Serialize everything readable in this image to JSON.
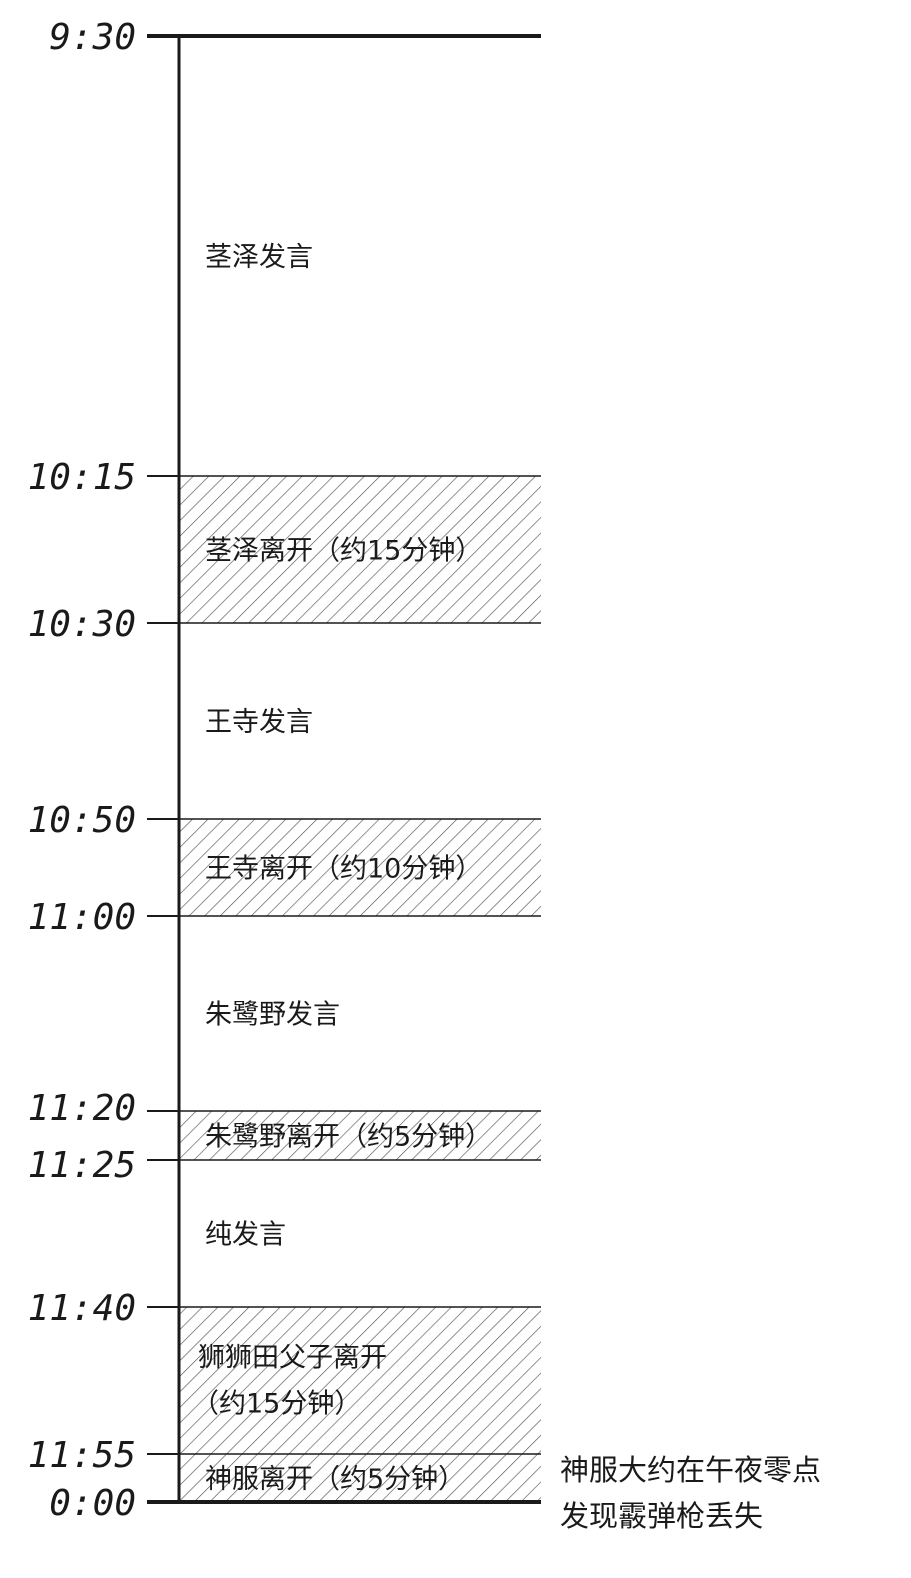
{
  "timeline": {
    "start_label": "9:30",
    "end_label": "0:00",
    "segments": [
      {
        "start": "9:30",
        "end": "10:15",
        "label": "茎泽发言",
        "label_line2": "",
        "hatched": false
      },
      {
        "start": "10:15",
        "end": "10:30",
        "label": "茎泽离开（约15分钟）",
        "label_line2": "",
        "hatched": true
      },
      {
        "start": "10:30",
        "end": "10:50",
        "label": "王寺发言",
        "label_line2": "",
        "hatched": false
      },
      {
        "start": "10:50",
        "end": "11:00",
        "label": "王寺离开（约10分钟）",
        "label_line2": "",
        "hatched": true
      },
      {
        "start": "11:00",
        "end": "11:20",
        "label": "朱鹭野发言",
        "label_line2": "",
        "hatched": false
      },
      {
        "start": "11:20",
        "end": "11:25",
        "label": "朱鹭野离开（约5分钟）",
        "label_line2": "",
        "hatched": true
      },
      {
        "start": "11:25",
        "end": "11:40",
        "label": "纯发言",
        "label_line2": "",
        "hatched": false
      },
      {
        "start": "11:40",
        "end": "11:55",
        "label": "狮狮田父子离开",
        "label_line2": "（约15分钟）",
        "hatched": true
      },
      {
        "start": "11:55",
        "end": "0:00",
        "label": "神服离开（约5分钟）",
        "label_line2": "",
        "hatched": true
      }
    ],
    "note": {
      "line1": "神服大约在午夜零点",
      "line2": "发现霰弹枪丢失"
    }
  },
  "colors": {
    "line": "#1a1a1a",
    "hatch": "#555555",
    "background": "#ffffff"
  }
}
